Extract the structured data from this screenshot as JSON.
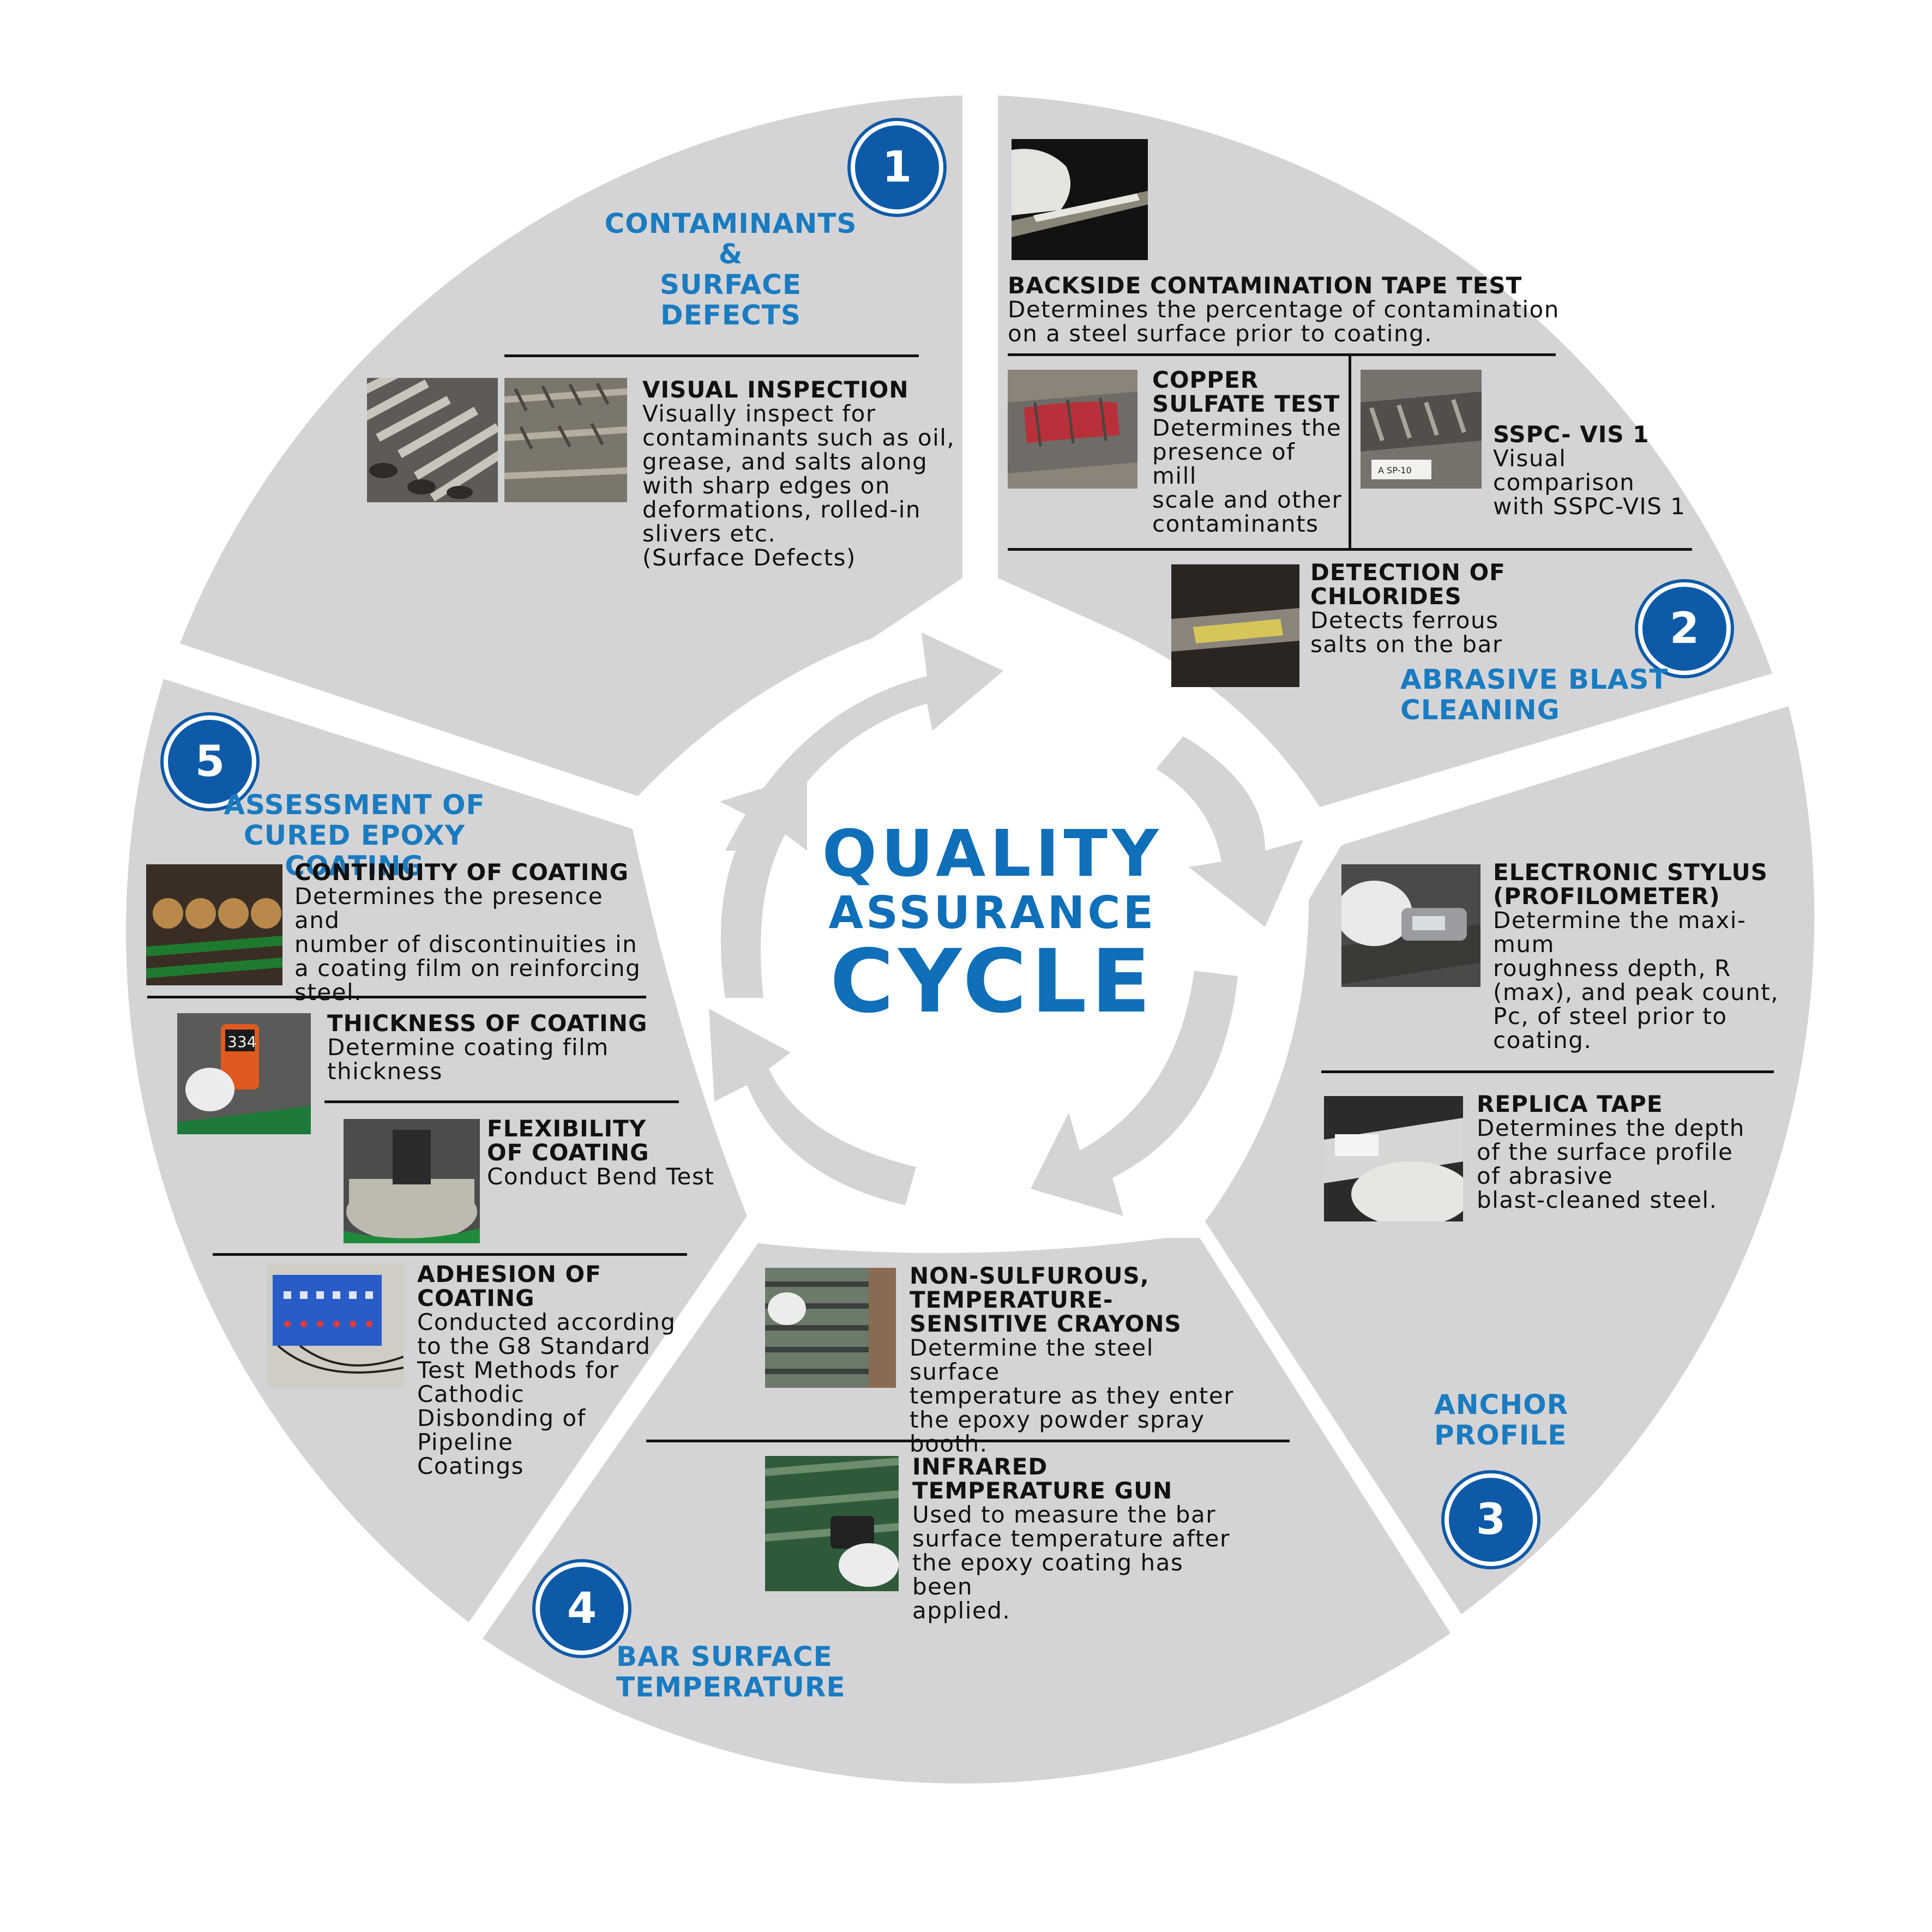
{
  "center": {
    "line1": "QUALITY",
    "line2": "ASSURANCE",
    "line3": "CYCLE"
  },
  "colors": {
    "segment": "#d4d4d6",
    "accent": "#0f5aa8",
    "title": "#1a7bc0",
    "arrow": "#d4d4d6"
  },
  "sections": [
    {
      "number": "1",
      "title_lines": [
        "CONTAMINANTS &",
        "SURFACE DEFECTS"
      ],
      "items": [
        {
          "heading": "VISUAL INSPECTION",
          "body": [
            "Visually inspect for",
            "contaminants such as oil,",
            "grease, and salts along",
            "with sharp edges on",
            "deformations, rolled-in",
            "slivers etc.",
            "(Surface Defects)"
          ]
        }
      ]
    },
    {
      "number": "2",
      "title_lines": [
        "ABRASIVE BLAST",
        "CLEANING"
      ],
      "items": [
        {
          "heading": "BACKSIDE CONTAMINATION TAPE TEST",
          "body": [
            "Determines the percentage of contamination",
            "on a steel surface prior to coating."
          ]
        },
        {
          "heading_lines": [
            "COPPER",
            "SULFATE TEST"
          ],
          "body": [
            "Determines the",
            "presence of mill",
            "scale and other",
            "contaminants"
          ]
        },
        {
          "heading": "SSPC- VIS 1",
          "body": [
            "Visual",
            "comparison",
            "with SSPC-VIS 1"
          ]
        },
        {
          "heading_lines": [
            "DETECTION OF",
            "CHLORIDES"
          ],
          "body": [
            "Detects ferrous",
            "salts on the bar"
          ]
        }
      ]
    },
    {
      "number": "3",
      "title_lines": [
        "ANCHOR",
        "PROFILE"
      ],
      "items": [
        {
          "heading_lines": [
            "ELECTRONIC STYLUS",
            "(PROFILOMETER)"
          ],
          "body": [
            "Determine the maxi-",
            "mum",
            "roughness depth, R",
            "(max), and peak count,",
            "Pc, of steel prior to",
            "coating."
          ]
        },
        {
          "heading": "REPLICA TAPE",
          "body": [
            "Determines the depth",
            "of the surface profile",
            "of abrasive",
            "blast-cleaned steel."
          ]
        }
      ]
    },
    {
      "number": "4",
      "title_lines": [
        "BAR SURFACE TEMPERATURE"
      ],
      "items": [
        {
          "heading_lines": [
            "NON-SULFUROUS,",
            "TEMPERATURE-",
            "SENSITIVE CRAYONS"
          ],
          "body": [
            "Determine the steel surface",
            "temperature as they enter",
            "the epoxy powder spray",
            "booth."
          ]
        },
        {
          "heading_lines": [
            "INFRARED",
            "TEMPERATURE GUN"
          ],
          "body": [
            "Used to measure the bar",
            "surface temperature after",
            "the epoxy coating has been",
            "applied."
          ]
        }
      ]
    },
    {
      "number": "5",
      "title_lines": [
        "ASSESSMENT OF",
        "CURED EPOXY COATING"
      ],
      "items": [
        {
          "heading": "CONTINUITY OF COATING",
          "body": [
            "Determines the presence and",
            "number of discontinuities in",
            "a coating film on reinforcing",
            "steel."
          ]
        },
        {
          "heading": "THICKNESS OF COATING",
          "body": [
            "Determine coating film",
            "thickness"
          ],
          "gauge_reading": "334"
        },
        {
          "heading_lines": [
            "FLEXIBILITY",
            "OF COATING"
          ],
          "body": [
            "Conduct Bend Test"
          ]
        },
        {
          "heading": "ADHESION OF COATING",
          "body": [
            "Conducted according",
            "to the G8 Standard",
            "Test Methods for",
            "Cathodic",
            "Disbonding of",
            "Pipeline",
            "Coatings"
          ]
        }
      ]
    }
  ],
  "photo_labels": {
    "sspc_card": "A SP-10"
  }
}
